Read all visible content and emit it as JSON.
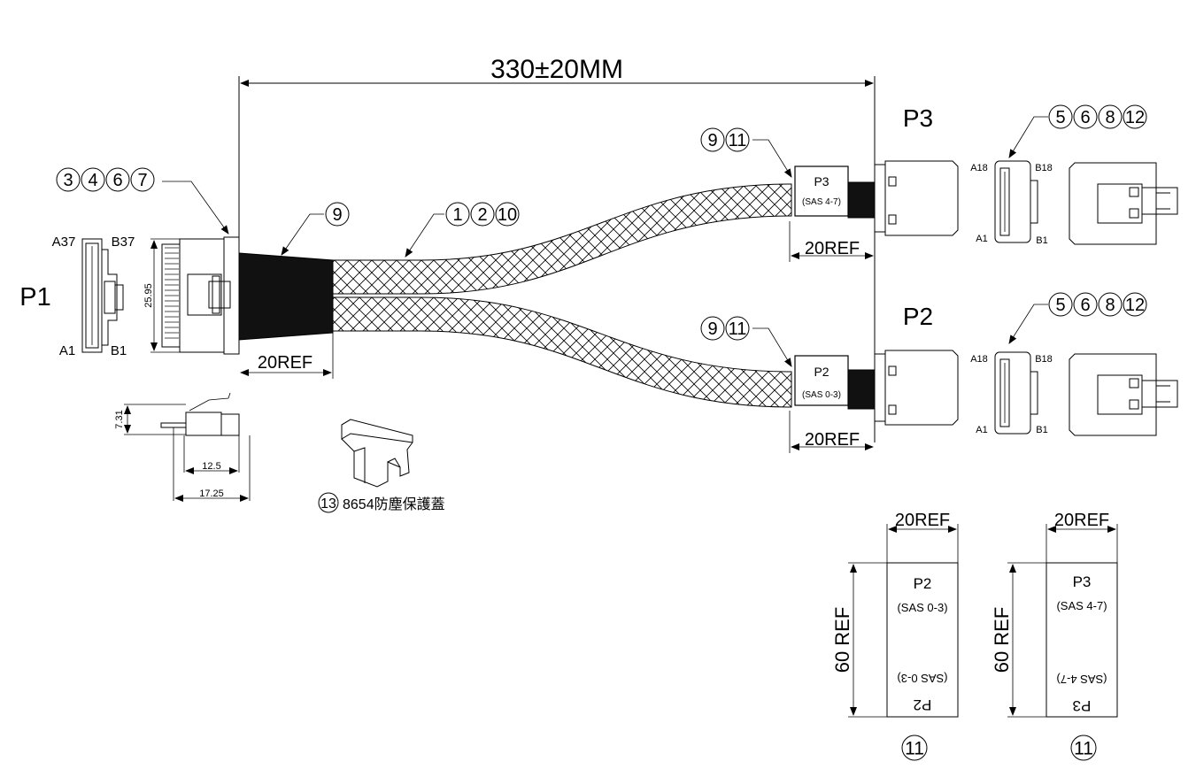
{
  "dimensions": {
    "overall_length": "330±20MM",
    "ref_20": "20REF",
    "ref_60": "60 REF",
    "p1_height": "25.95",
    "side_height": "7.31",
    "side_w1": "12.5",
    "side_w2": "17.25"
  },
  "connectors": {
    "p1": "P1",
    "p2": "P2",
    "p3": "P3",
    "p2_sub": "(SAS 0-3)",
    "p3_sub": "(SAS 4-7)"
  },
  "pins": {
    "a37": "A37",
    "b37": "B37",
    "a1": "A1",
    "b1": "B1",
    "a18": "A18",
    "b18": "B18"
  },
  "balloons": {
    "p1_parts": [
      "3",
      "4",
      "6",
      "7"
    ],
    "sleeve": [
      "9"
    ],
    "cable": [
      "1",
      "2",
      "10"
    ],
    "label_parts": [
      "9",
      "11"
    ],
    "end_parts": [
      "5",
      "6",
      "8",
      "12"
    ],
    "cap": [
      "13"
    ],
    "label_item": [
      "11"
    ]
  },
  "cap_caption": "8654防塵保護蓋",
  "colors": {
    "ink": "#000000",
    "overmold": "#111111",
    "background": "#ffffff"
  }
}
